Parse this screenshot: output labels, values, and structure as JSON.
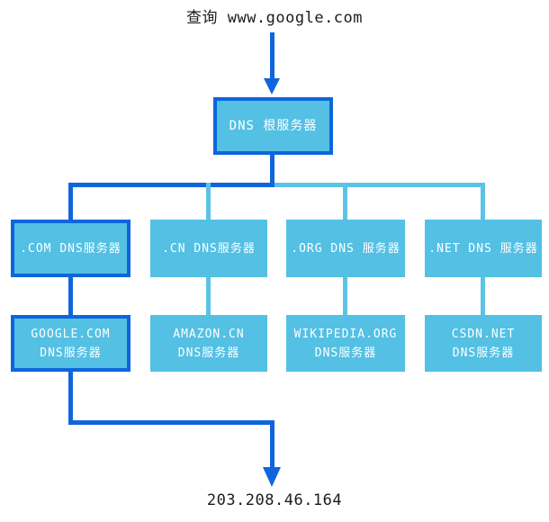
{
  "query": {
    "title": "查询 www.google.com"
  },
  "root": {
    "label": "DNS 根服务器",
    "highlighted": true
  },
  "tld_servers": [
    {
      "label": ".COM DNS服务器",
      "highlighted": true
    },
    {
      "label": ".CN DNS服务器",
      "highlighted": false
    },
    {
      "label": ".ORG DNS 服务器",
      "highlighted": false
    },
    {
      "label": ".NET DNS 服务器",
      "highlighted": false
    }
  ],
  "auth_servers": [
    {
      "line1": "GOOGLE.COM",
      "line2": "DNS服务器",
      "highlighted": true
    },
    {
      "line1": "AMAZON.CN",
      "line2": "DNS服务器",
      "highlighted": false
    },
    {
      "line1": "WIKIPEDIA.ORG",
      "line2": "DNS服务器",
      "highlighted": false
    },
    {
      "line1": "CSDN.NET",
      "line2": "DNS服务器",
      "highlighted": false
    }
  ],
  "result": {
    "ip": "203.208.46.164"
  },
  "colors": {
    "highlight_path": "#0F65DC",
    "box_fill": "#53C0E4",
    "connector": "#5CC3E6",
    "box_text": "#FFFFFF",
    "label_text": "#1B1B1B"
  }
}
